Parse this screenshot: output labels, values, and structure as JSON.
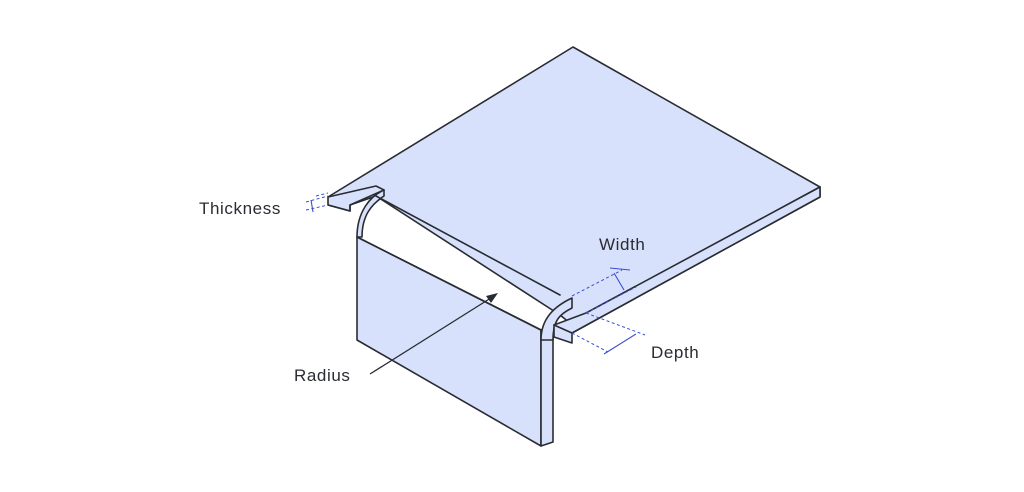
{
  "labels": {
    "thickness": "Thickness",
    "width": "Width",
    "depth": "Depth",
    "radius": "Radius"
  },
  "colors": {
    "fill": "#d8e1fb",
    "stroke": "#2a2c33",
    "dimension": "#3a4fd0"
  }
}
